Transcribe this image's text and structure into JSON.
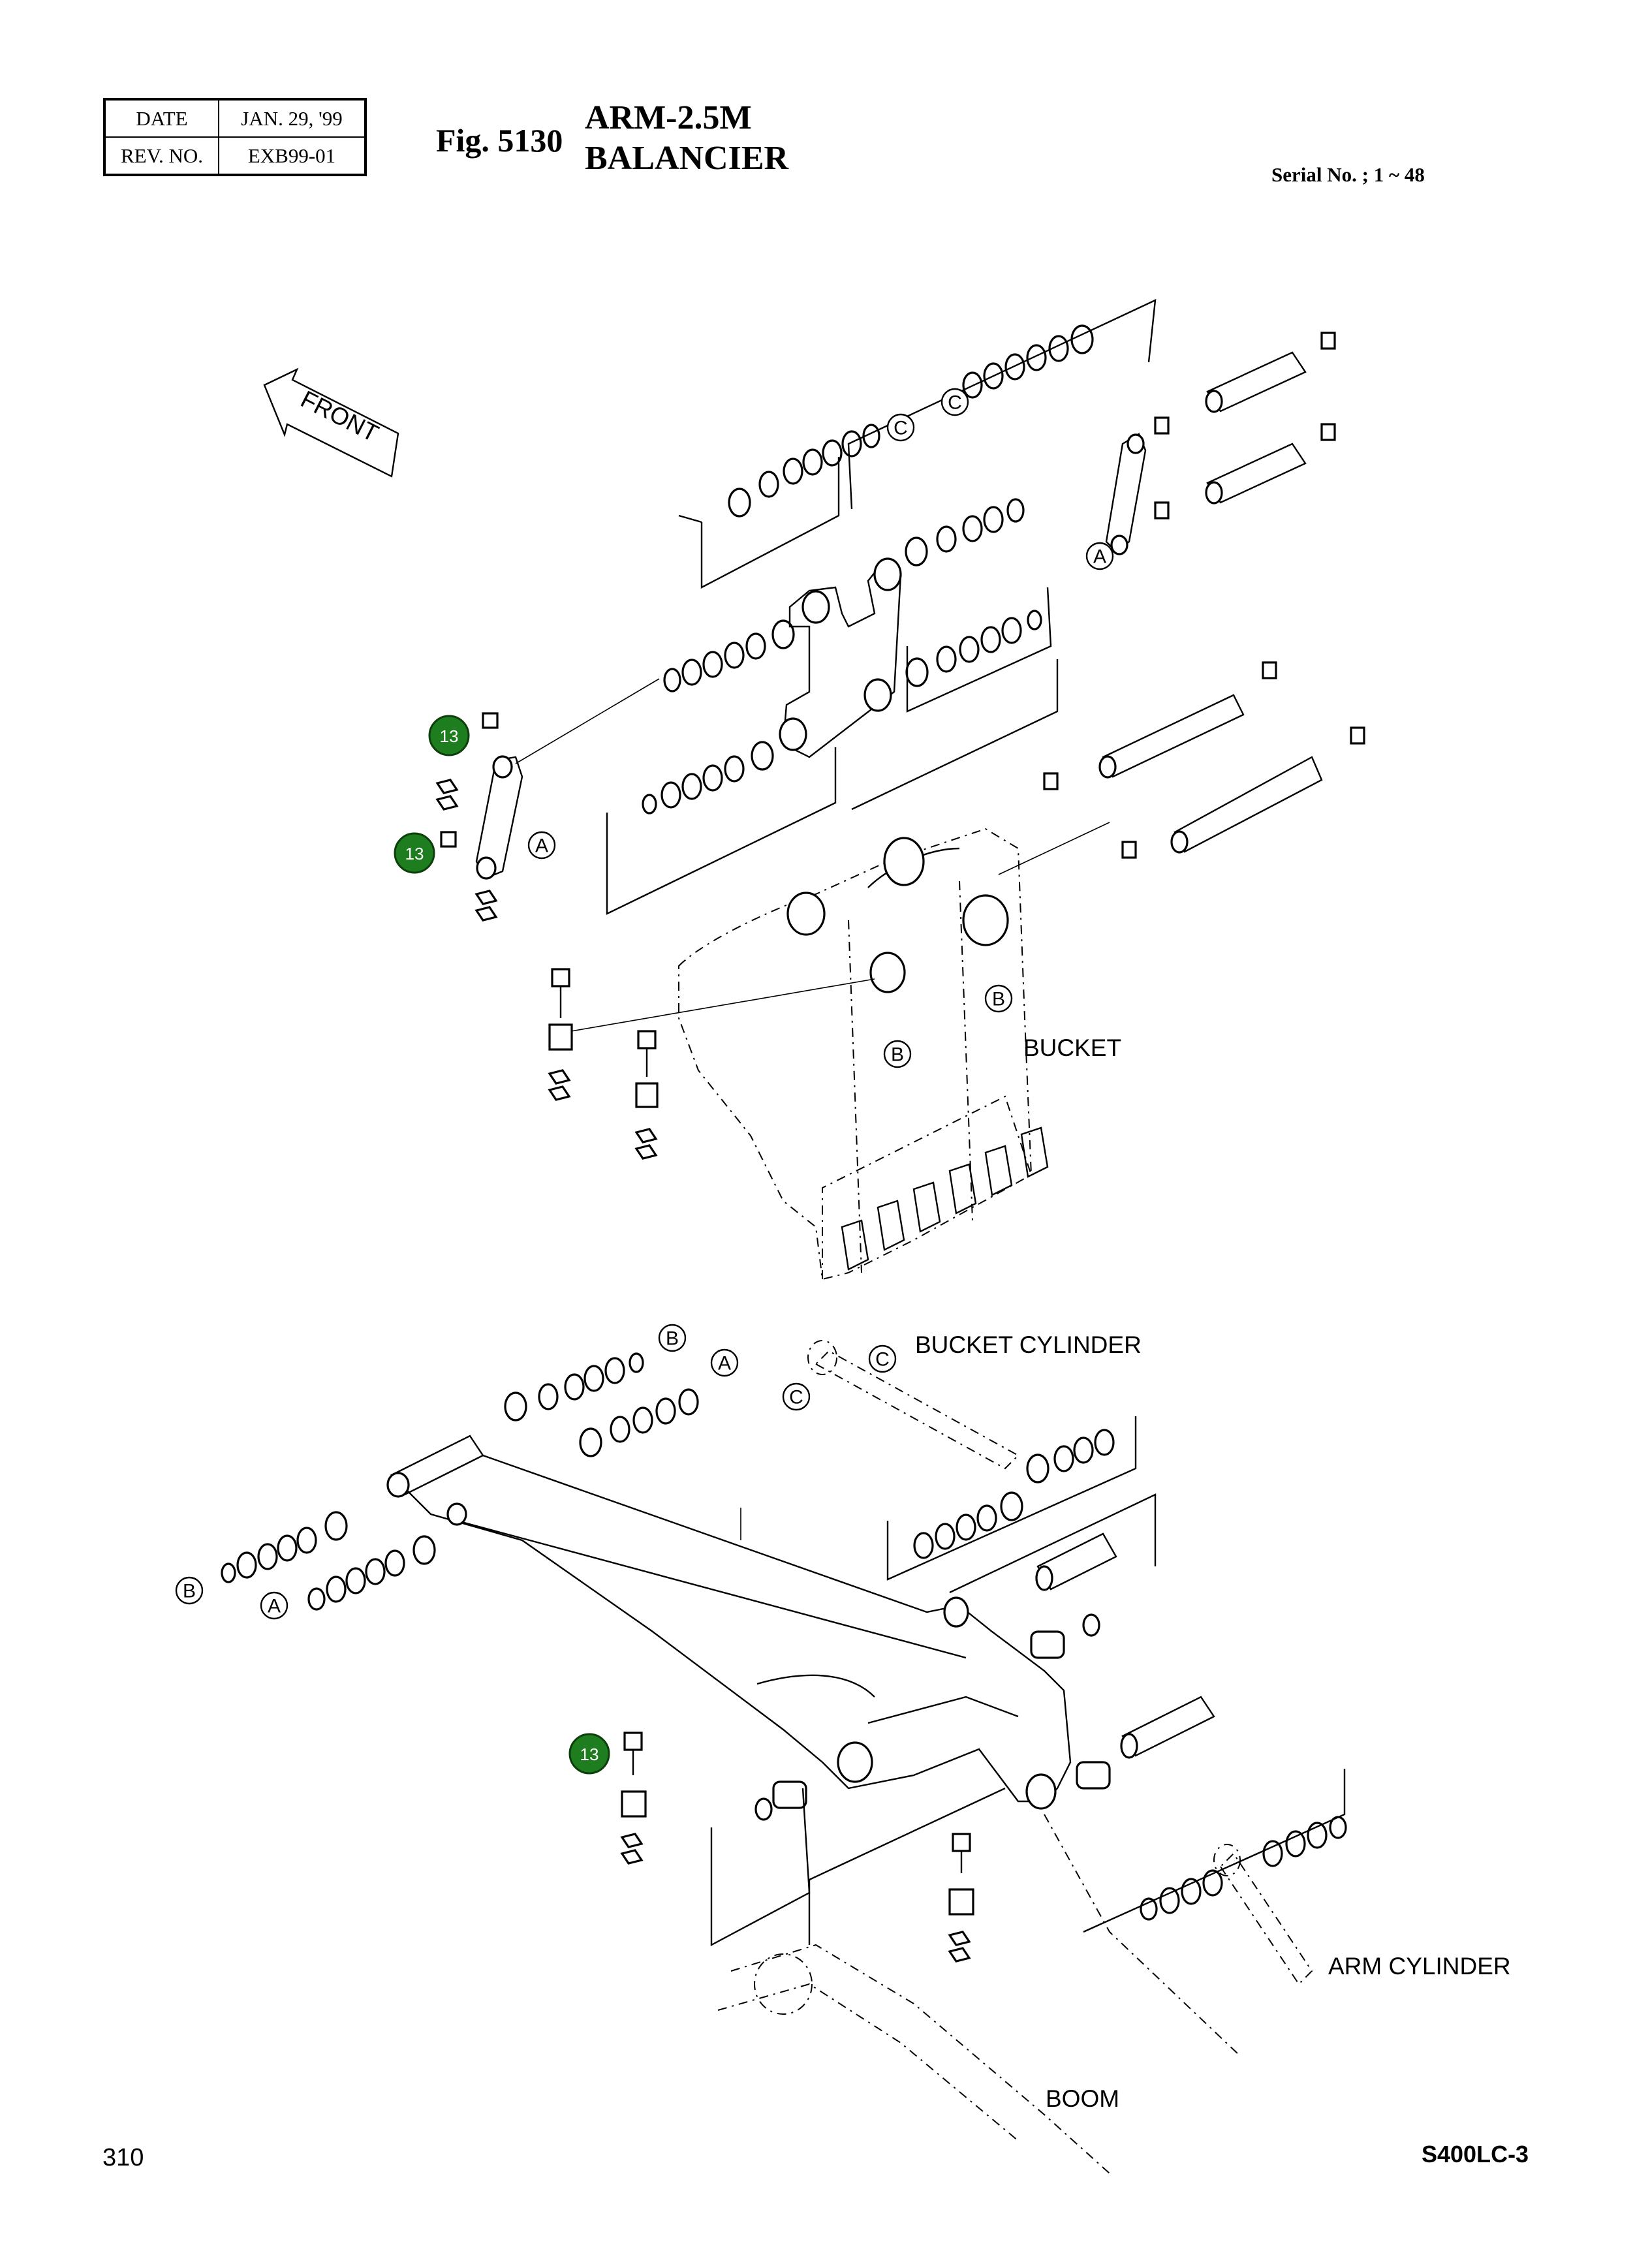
{
  "header": {
    "date_label": "DATE",
    "date_value": "JAN. 29, '99",
    "rev_label": "REV. NO.",
    "rev_value": "EXB99-01"
  },
  "figure": {
    "number": "Fig. 5130",
    "title_line1": "ARM-2.5M",
    "title_line2": "BALANCIER"
  },
  "serial": "Serial No. ; 1 ~ 48",
  "front_arrow_label": "FRONT",
  "part_labels": {
    "bucket": "BUCKET",
    "bucket_cylinder": "BUCKET CYLINDER",
    "arm_cylinder": "ARM CYLINDER",
    "boom": "BOOM"
  },
  "callouts": [
    "13",
    "13",
    "13"
  ],
  "reference_letters": [
    "A",
    "B",
    "C"
  ],
  "footer": {
    "page_number": "310",
    "model_code": "S400LC-3"
  }
}
